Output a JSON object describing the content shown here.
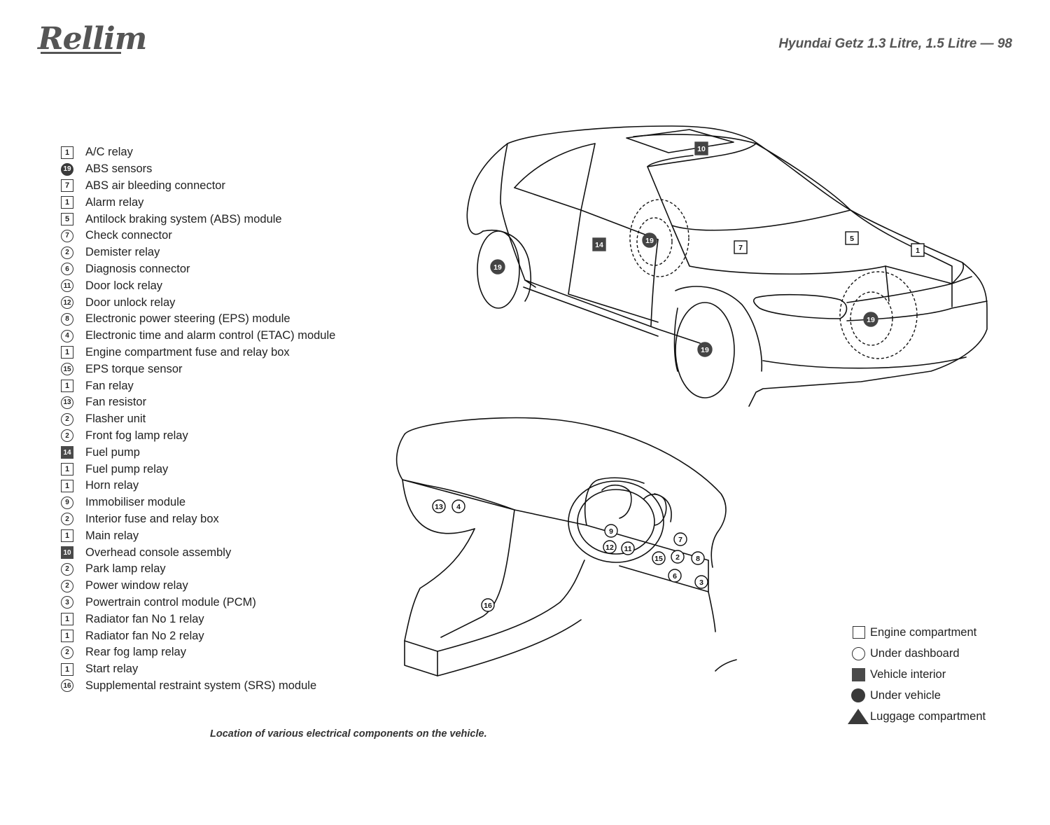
{
  "header": {
    "logo": "Rellim",
    "title": "Hyundai Getz 1.3 Litre, 1.5 Litre — 98"
  },
  "legend": [
    {
      "label": "A/C relay",
      "num": "1",
      "shape": "square"
    },
    {
      "label": "ABS sensors",
      "num": "19",
      "shape": "circle-filled"
    },
    {
      "label": "ABS air bleeding connector",
      "num": "7",
      "shape": "square"
    },
    {
      "label": "Alarm relay",
      "num": "1",
      "shape": "square"
    },
    {
      "label": "Antilock braking system (ABS) module",
      "num": "5",
      "shape": "square"
    },
    {
      "label": "Check connector",
      "num": "7",
      "shape": "circle"
    },
    {
      "label": "Demister relay",
      "num": "2",
      "shape": "circle"
    },
    {
      "label": "Diagnosis connector",
      "num": "6",
      "shape": "circle"
    },
    {
      "label": "Door lock relay",
      "num": "11",
      "shape": "circle"
    },
    {
      "label": "Door unlock relay",
      "num": "12",
      "shape": "circle"
    },
    {
      "label": "Electronic power steering (EPS) module",
      "num": "8",
      "shape": "circle"
    },
    {
      "label": "Electronic time and alarm control (ETAC) module",
      "num": "4",
      "shape": "circle"
    },
    {
      "label": "Engine compartment fuse and relay box",
      "num": "1",
      "shape": "square"
    },
    {
      "label": "EPS torque sensor",
      "num": "15",
      "shape": "circle"
    },
    {
      "label": "Fan relay",
      "num": "1",
      "shape": "square"
    },
    {
      "label": "Fan resistor",
      "num": "13",
      "shape": "circle"
    },
    {
      "label": "Flasher unit",
      "num": "2",
      "shape": "circle"
    },
    {
      "label": "Front fog lamp relay",
      "num": "2",
      "shape": "circle"
    },
    {
      "label": "Fuel pump",
      "num": "14",
      "shape": "square-filled"
    },
    {
      "label": "Fuel pump relay",
      "num": "1",
      "shape": "square"
    },
    {
      "label": "Horn relay",
      "num": "1",
      "shape": "square"
    },
    {
      "label": "Immobiliser module",
      "num": "9",
      "shape": "circle"
    },
    {
      "label": "Interior fuse and relay box",
      "num": "2",
      "shape": "circle"
    },
    {
      "label": "Main relay",
      "num": "1",
      "shape": "square"
    },
    {
      "label": "Overhead console assembly",
      "num": "10",
      "shape": "square-filled"
    },
    {
      "label": "Park lamp relay",
      "num": "2",
      "shape": "circle"
    },
    {
      "label": "Power window relay",
      "num": "2",
      "shape": "circle"
    },
    {
      "label": "Powertrain control module (PCM)",
      "num": "3",
      "shape": "circle"
    },
    {
      "label": "Radiator fan No 1 relay",
      "num": "1",
      "shape": "square"
    },
    {
      "label": "Radiator fan No 2 relay",
      "num": "1",
      "shape": "square"
    },
    {
      "label": "Rear fog lamp relay",
      "num": "2",
      "shape": "circle"
    },
    {
      "label": "Start relay",
      "num": "1",
      "shape": "square"
    },
    {
      "label": "Supplemental restraint system (SRS) module",
      "num": "16",
      "shape": "circle"
    }
  ],
  "car_markers": [
    "10",
    "14",
    "19",
    "19",
    "7",
    "5",
    "1",
    "19",
    "19"
  ],
  "dash_markers": [
    "13",
    "4",
    "9",
    "7",
    "12",
    "11",
    "15",
    "2",
    "8",
    "6",
    "3",
    "16"
  ],
  "key": [
    {
      "label": "Engine compartment",
      "shape": "square"
    },
    {
      "label": "Under dashboard",
      "shape": "circle"
    },
    {
      "label": "Vehicle interior",
      "shape": "square-filled"
    },
    {
      "label": "Under vehicle",
      "shape": "circle-filled"
    },
    {
      "label": "Luggage compartment",
      "shape": "triangle"
    }
  ],
  "caption": "Location of various electrical components on the vehicle."
}
